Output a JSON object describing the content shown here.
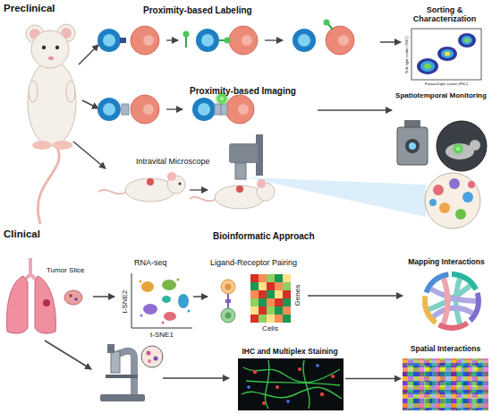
{
  "diagram": {
    "nodes": [
      {
        "text": [
          "Proximity-based Labeling"
        ]
      },
      {
        "text": [
          "Sorting & Characterization",
          "Side light scatter (SSC)",
          "Forward light scatter (FSC)"
        ]
      },
      {
        "text": [
          "Proximity-based Imaging"
        ]
      },
      {
        "text": [
          "Spatiotemporal Monitoring"
        ]
      },
      {
        "text": [
          "Intravital Microscope"
        ]
      },
      {
        "text": [
          "Tumor Slice"
        ]
      },
      {
        "text": [
          "RNA-seq",
          "t-SNE2",
          "t-SNE1"
        ]
      },
      {
        "text": [
          "Ligand-Receptor Pairing",
          "Genes",
          "Cells"
        ]
      },
      {
        "text": [
          "Mapping Interactions"
        ]
      },
      {
        "text": [
          "IHC and Multiplex Staining"
        ]
      },
      {
        "text": [
          "Spatial Interactions"
        ]
      }
    ],
    "edges": [
      {
        "from": 0,
        "to": 1,
        "arrow": "to"
      },
      {
        "from": 2,
        "to": 3,
        "arrow": "to"
      },
      {
        "from": 5,
        "to": 6,
        "arrow": "to"
      },
      {
        "from": 6,
        "to": 7,
        "arrow": "to"
      },
      {
        "from": 7,
        "to": 8,
        "arrow": "to"
      },
      {
        "from": 9,
        "to": 10,
        "arrow": "to"
      }
    ],
    "labels": [
      "Preclinical",
      "Clinical",
      "Bioinformatic Approach"
    ]
  }
}
